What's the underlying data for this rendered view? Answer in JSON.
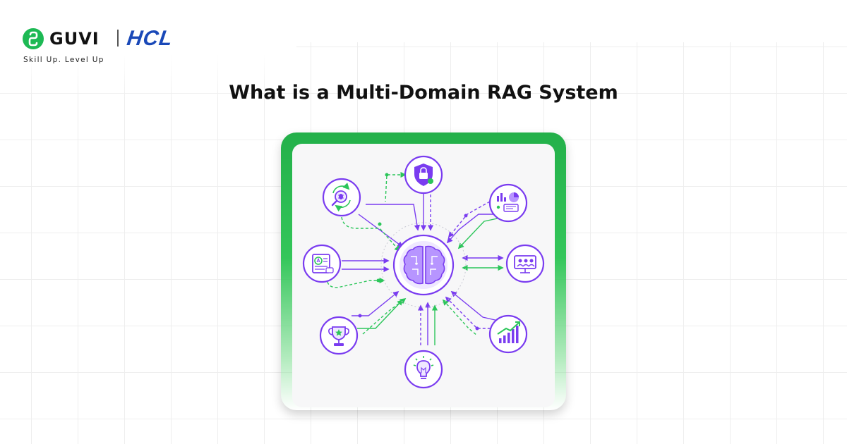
{
  "header": {
    "brand_name": "GUVI",
    "partner_name": "HCL",
    "tagline": "Skill Up. Level Up"
  },
  "title": "What is a Multi-Domain RAG System",
  "colors": {
    "purple": "#7a3cf0",
    "purple_light": "#ece4ff",
    "green": "#2cc65a",
    "brand_green": "#1db954",
    "hcl_blue": "#1a49b8"
  },
  "diagram": {
    "center_icon": "brain-icon",
    "nodes": [
      {
        "id": "security",
        "icon": "shield-lock-icon"
      },
      {
        "id": "analytics",
        "icon": "chart-dashboard-icon"
      },
      {
        "id": "presentation",
        "icon": "presentation-board-icon"
      },
      {
        "id": "growth",
        "icon": "growth-chart-icon"
      },
      {
        "id": "ideas",
        "icon": "lightbulb-icon"
      },
      {
        "id": "achievement",
        "icon": "trophy-icon"
      },
      {
        "id": "document",
        "icon": "document-text-icon"
      },
      {
        "id": "debugging",
        "icon": "bug-search-icon"
      }
    ]
  }
}
